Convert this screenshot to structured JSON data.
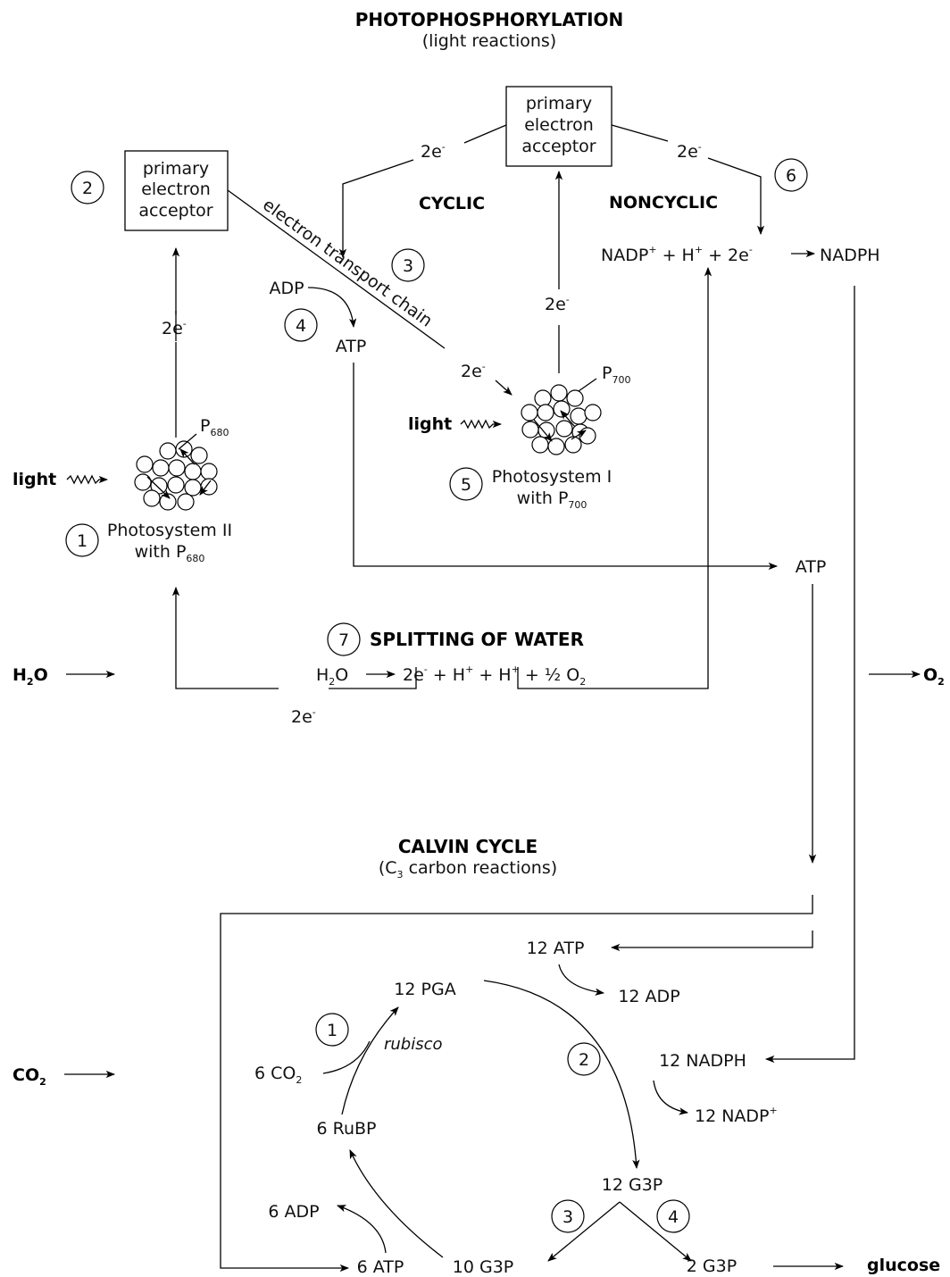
{
  "light_reactions": {
    "title": "PHOTOPHOSPHORYLATION",
    "subtitle": "(light reactions)",
    "cyclic": "CYCLIC",
    "noncyclic": "NONCYCLIC",
    "etc": "electron transport chain",
    "pea_lines": [
      "primary",
      "electron",
      "acceptor"
    ],
    "e2": "2e",
    "e_sup": "-",
    "light": "light",
    "adp": "ADP",
    "atp": "ATP",
    "ps2_line1": "Photosystem II",
    "ps2_line2": "with P",
    "ps2_sub": "680",
    "ps1_line1": "Photosystem I",
    "ps1_line2": "with P",
    "ps1_sub": "700",
    "p_letter": "P",
    "nadp_eq": {
      "nadp": "NADP",
      "plus_sup": "+",
      "h": " + H",
      "e2": " + 2e",
      "nadph": "NADPH",
      "plus": " +"
    },
    "water_title": "SPLITTING OF WATER",
    "water_eq": {
      "h2o_h": "H",
      "two": "2",
      "o": "O",
      "e2": "2e",
      "h1": " + H",
      "h2": " + H",
      "half": " + ½ O"
    },
    "h2o_label": {
      "h": "H",
      "two": "2",
      "o": "O"
    },
    "o2_label": {
      "o": "O",
      "two": "2"
    },
    "steps": [
      "1",
      "2",
      "3",
      "4",
      "5",
      "6",
      "7"
    ]
  },
  "calvin_cycle": {
    "title": "CALVIN CYCLE",
    "subtitle_pre": "(C",
    "subtitle_sub": "3",
    "subtitle_post": " carbon reactions)",
    "atp12": "12 ATP",
    "adp12": "12 ADP",
    "pga12": "12 PGA",
    "nadph12": "12 NADPH",
    "nadp12": "12 NADP",
    "nadp12_sup": "+",
    "g3p12": "12 G3P",
    "g3p10": "10 G3P",
    "g3p2": "2 G3P",
    "glucose": "glucose",
    "co2_6": "6 CO",
    "co2_sub": "2",
    "rubisco": "rubisco",
    "rubp6": "6 RuBP",
    "adp6": "6 ADP",
    "atp6": "6 ATP",
    "co2_input": {
      "text": "CO",
      "sub": "2"
    },
    "steps": [
      "1",
      "2",
      "3",
      "4"
    ]
  }
}
